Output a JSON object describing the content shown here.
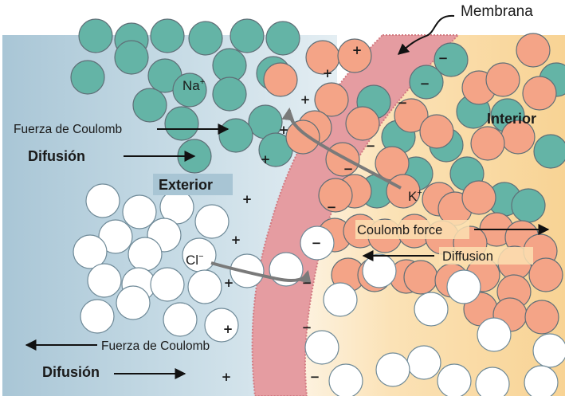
{
  "labels": {
    "membrane": "Membrana",
    "interior": "Interior",
    "exterior": "Exterior",
    "na_ion": "Na",
    "na_charge": "+",
    "k_ion": "K",
    "k_charge": "+",
    "cl_ion": "Cl",
    "cl_charge": "−",
    "fuerza_coulomb_upper": "Fuerza de Coulomb",
    "difusion_upper": "Difusión",
    "coulomb_force": "Coulomb force",
    "diffusion": "Diffusion",
    "fuerza_coulomb_lower": "Fuerza de Coulomb",
    "difusion_lower": "Difusión"
  },
  "charges": {
    "positive": "+",
    "negative": "−"
  },
  "colors": {
    "exterior_blue": "#a9c6d6",
    "exterior_light": "#dce9ef",
    "interior_yellow": "#f9d79a",
    "interior_light": "#fdf1dc",
    "membrane": "#e59ca1",
    "membrane_edge": "#d27a81",
    "sodium_teal": "#64b4a6",
    "potassium_salmon": "#f4a487",
    "chloride_white": "#ffffff",
    "arrow_gray": "#7a7a7a",
    "label_dark": "#1a1a1a"
  }
}
